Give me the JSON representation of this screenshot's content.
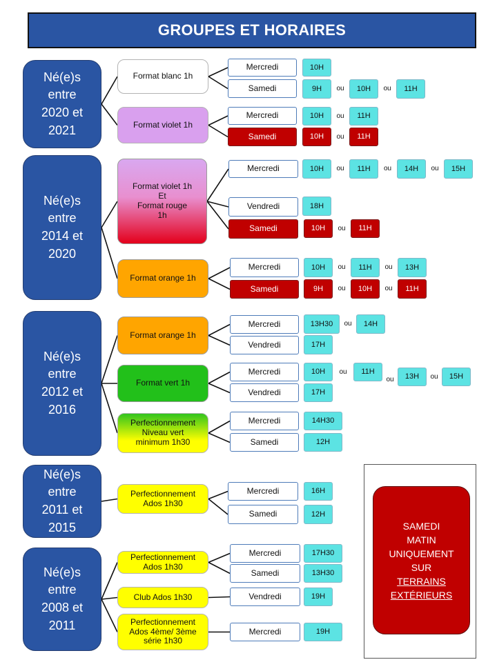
{
  "title": "GROUPES ET HORAIRES",
  "or_word": "ou",
  "colors": {
    "title_bg": "#2a55a3",
    "age_bg": "#2a55a3",
    "time_bg": "#5ce3e3",
    "saturday_red": "#c00000",
    "format_blanc": "#ffffff",
    "format_violet": "#d9a0ee",
    "format_violet_rouge": [
      "#d9a8f0",
      "#e3001b"
    ],
    "format_orange": "#ffa500",
    "format_vert": "#22c01a",
    "perfectionnement_vert": [
      "#32c41e",
      "#ffff00"
    ],
    "perfectionnement_ados": "#ffff00"
  },
  "groups": [
    {
      "age": [
        "Né(e)s",
        "entre",
        "2020 et",
        "2021"
      ],
      "formats": [
        {
          "label": [
            "Format blanc 1h"
          ],
          "style": "blanc",
          "sessions": [
            {
              "day": "Mercredi",
              "times": [
                "10H"
              ]
            },
            {
              "day": "Samedi",
              "times": [
                "9H",
                "10H",
                "11H"
              ]
            }
          ]
        },
        {
          "label": [
            "Format violet 1h"
          ],
          "style": "violet",
          "sessions": [
            {
              "day": "Mercredi",
              "times": [
                "10H",
                "11H"
              ]
            },
            {
              "day": "Samedi",
              "red": true,
              "times": [
                "10H",
                "11H"
              ]
            }
          ]
        }
      ]
    },
    {
      "age": [
        "Né(e)s",
        "entre",
        "2014 et",
        "2020"
      ],
      "formats": [
        {
          "label": [
            "Format violet 1h",
            "Et",
            "Format rouge",
            "1h"
          ],
          "style": "violet-rouge",
          "sessions": [
            {
              "day": "Mercredi",
              "times": [
                "10H",
                "11H",
                "14H",
                "15H"
              ]
            },
            {
              "day": "Vendredi",
              "times": [
                "18H"
              ]
            },
            {
              "day": "Samedi",
              "red": true,
              "times": [
                "10H",
                "11H"
              ]
            }
          ]
        },
        {
          "label": [
            "Format orange 1h"
          ],
          "style": "orange",
          "sessions": [
            {
              "day": "Mercredi",
              "times": [
                "10H",
                "11H",
                "13H"
              ]
            },
            {
              "day": "Samedi",
              "red": true,
              "times": [
                "9H",
                "10H",
                "11H"
              ]
            }
          ]
        }
      ]
    },
    {
      "age": [
        "Né(e)s",
        "entre",
        "2012 et",
        "2016"
      ],
      "formats": [
        {
          "label": [
            "Format orange 1h"
          ],
          "style": "orange",
          "sessions": [
            {
              "day": "Mercredi",
              "times": [
                "13H30",
                "14H"
              ]
            },
            {
              "day": "Vendredi",
              "times": [
                "17H"
              ]
            }
          ]
        },
        {
          "label": [
            "Format vert 1h"
          ],
          "style": "vert",
          "sessions": [
            {
              "day": "Mercredi",
              "times": [
                "10H",
                "11H",
                "13H",
                "15H"
              ]
            },
            {
              "day": "Vendredi",
              "times": [
                "17H"
              ]
            }
          ]
        },
        {
          "label": [
            "Perfectionnement",
            "Niveau vert",
            "minimum 1h30"
          ],
          "style": "perf-vert",
          "sessions": [
            {
              "day": "Mercredi",
              "times": [
                "14H30"
              ]
            },
            {
              "day": "Samedi",
              "times": [
                "12H"
              ]
            }
          ]
        }
      ]
    },
    {
      "age": [
        "Né(e)s",
        "entre",
        "2011 et",
        "2015"
      ],
      "formats": [
        {
          "label": [
            "Perfectionnement",
            "Ados 1h30"
          ],
          "style": "jaune",
          "sessions": [
            {
              "day": "Mercredi",
              "times": [
                "16H"
              ]
            },
            {
              "day": "Samedi",
              "times": [
                "12H"
              ]
            }
          ]
        }
      ]
    },
    {
      "age": [
        "Né(e)s",
        "entre",
        "2008 et",
        "2011"
      ],
      "formats": [
        {
          "label": [
            "Perfectionnement",
            "Ados 1h30"
          ],
          "style": "jaune",
          "sessions": [
            {
              "day": "Mercredi",
              "times": [
                "17H30"
              ]
            },
            {
              "day": "Samedi",
              "times": [
                "13H30"
              ]
            }
          ]
        },
        {
          "label": [
            "Club Ados 1h30"
          ],
          "style": "jaune",
          "sessions": [
            {
              "day": "Vendredi",
              "times": [
                "19H"
              ]
            }
          ]
        },
        {
          "label": [
            "Perfectionnement",
            "Ados 4ème/ 3ème",
            "série 1h30"
          ],
          "style": "jaune",
          "sessions": [
            {
              "day": "Mercredi",
              "times": [
                "19H"
              ]
            }
          ]
        }
      ]
    }
  ],
  "note": {
    "lines": [
      "SAMEDI",
      "MATIN",
      "UNIQUEMENT",
      "SUR"
    ],
    "underlined_lines": [
      "TERRAINS",
      "EXTÉRIEURS"
    ]
  }
}
